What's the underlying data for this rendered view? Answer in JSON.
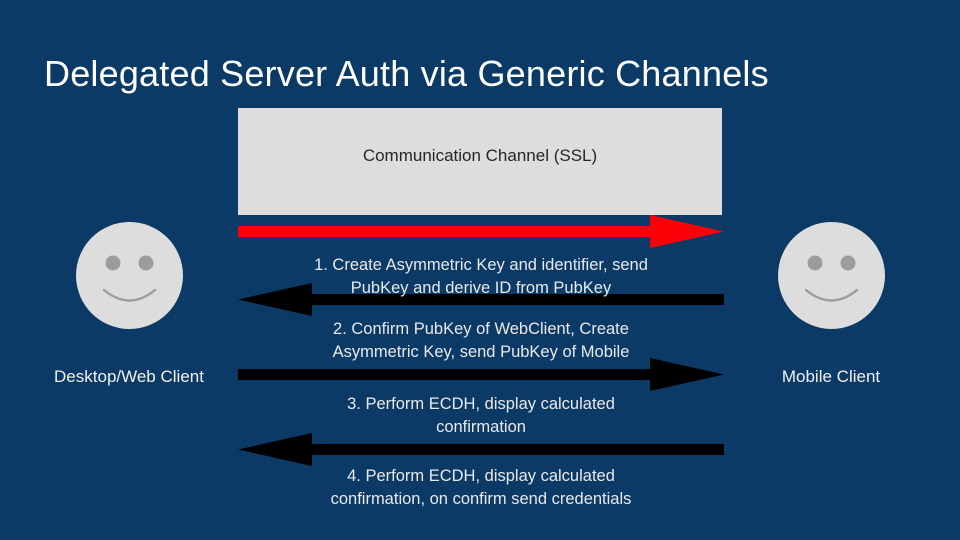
{
  "slide": {
    "background_color": "#0c3a66",
    "title": "Delegated Server Auth via Generic Channels"
  },
  "channel": {
    "label": "Communication Channel (SSL)",
    "fill_color": "#dddddd",
    "text_color": "#262626"
  },
  "actors": {
    "left": {
      "label": "Desktop/Web Client",
      "icon": "smiley-face-icon",
      "face_color": "#dddddd",
      "feature_color": "#9c9c9c"
    },
    "right": {
      "label": "Mobile Client",
      "icon": "smiley-face-icon",
      "face_color": "#dddddd",
      "feature_color": "#9c9c9c"
    }
  },
  "flow": {
    "arrows": [
      {
        "id": 1,
        "direction": "right",
        "color": "#fb0007",
        "from": "Desktop/Web Client",
        "to": "Mobile Client"
      },
      {
        "id": 2,
        "direction": "left",
        "color": "#000000",
        "from": "Mobile Client",
        "to": "Desktop/Web Client"
      },
      {
        "id": 3,
        "direction": "right",
        "color": "#000000",
        "from": "Desktop/Web Client",
        "to": "Mobile Client"
      },
      {
        "id": 4,
        "direction": "left",
        "color": "#000000",
        "from": "Mobile Client",
        "to": "Desktop/Web Client"
      }
    ],
    "steps": [
      {
        "number": "1.",
        "line1": "1. Create Asymmetric Key and identifier, send",
        "line2": "PubKey and derive ID from PubKey"
      },
      {
        "number": "2.",
        "line1": "2. Confirm PubKey of WebClient, Create",
        "line2": "Asymmetric Key, send PubKey of Mobile"
      },
      {
        "number": "3.",
        "line1": "3. Perform ECDH, display calculated",
        "line2": "confirmation"
      },
      {
        "number": "4.",
        "line1": "4. Perform ECDH, display calculated",
        "line2": "confirmation, on confirm send credentials"
      }
    ]
  }
}
